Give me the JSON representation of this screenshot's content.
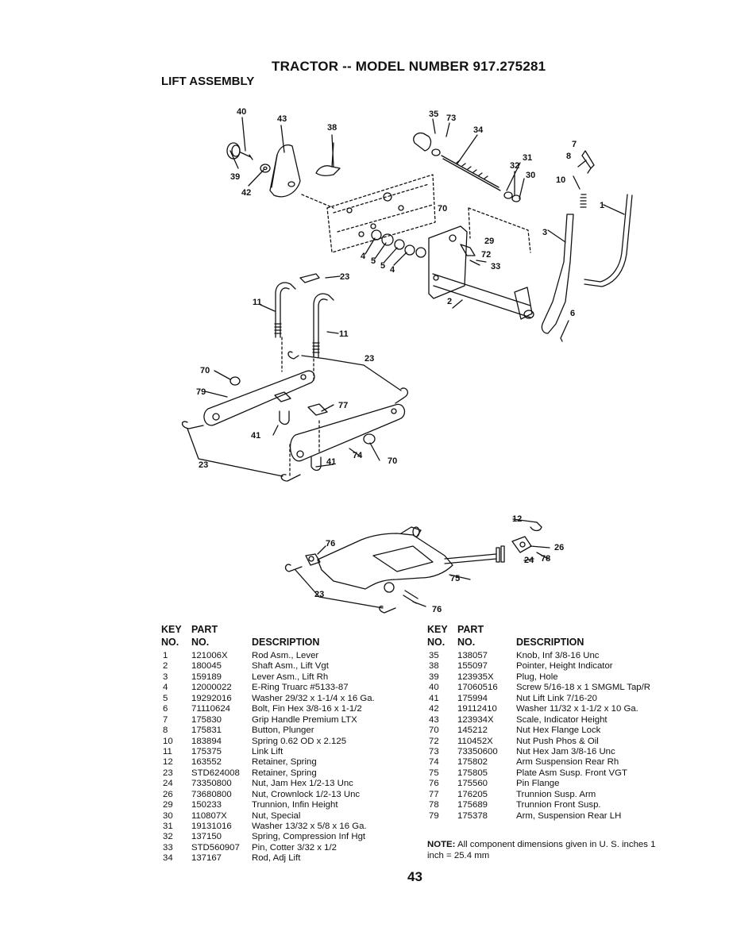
{
  "header": {
    "title": "TRACTOR -- MODEL NUMBER 917.275281",
    "section": "LIFT ASSEMBLY"
  },
  "diagram": {
    "callouts": [
      "40",
      "43",
      "38",
      "39",
      "42",
      "35",
      "73",
      "34",
      "31",
      "32",
      "30",
      "7",
      "8",
      "10",
      "1",
      "3",
      "70",
      "29",
      "72",
      "33",
      "4",
      "5",
      "5",
      "4",
      "2",
      "6",
      "23",
      "11",
      "11",
      "23",
      "70",
      "79",
      "77",
      "41",
      "74",
      "70",
      "41",
      "23",
      "12",
      "26",
      "24",
      "78",
      "76",
      "75",
      "23",
      "76"
    ]
  },
  "table": {
    "headers": {
      "key": "KEY",
      "no": "NO.",
      "part": "PART",
      "part_no": "NO.",
      "description": "DESCRIPTION"
    },
    "left": [
      {
        "key": "1",
        "part": "121006X",
        "desc": "Rod Asm., Lever"
      },
      {
        "key": "2",
        "part": "180045",
        "desc": "Shaft Asm., Lift Vgt"
      },
      {
        "key": "3",
        "part": "159189",
        "desc": "Lever Asm., Lift Rh"
      },
      {
        "key": "4",
        "part": "12000022",
        "desc": "E-Ring Truarc #5133-87"
      },
      {
        "key": "5",
        "part": "19292016",
        "desc": "Washer 29/32 x 1-1/4 x 16 Ga."
      },
      {
        "key": "6",
        "part": "71110624",
        "desc": "Bolt, Fin Hex 3/8-16 x 1-1/2"
      },
      {
        "key": "7",
        "part": "175830",
        "desc": "Grip Handle Premium LTX"
      },
      {
        "key": "8",
        "part": "175831",
        "desc": "Button, Plunger"
      },
      {
        "key": "10",
        "part": "183894",
        "desc": "Spring 0.62 OD x 2.125"
      },
      {
        "key": "11",
        "part": "175375",
        "desc": "Link Lift"
      },
      {
        "key": "12",
        "part": "163552",
        "desc": "Retainer, Spring"
      },
      {
        "key": "23",
        "part": "STD624008",
        "desc": "Retainer, Spring"
      },
      {
        "key": "24",
        "part": "73350800",
        "desc": "Nut, Jam Hex 1/2-13 Unc"
      },
      {
        "key": "26",
        "part": "73680800",
        "desc": "Nut, Crownlock 1/2-13 Unc"
      },
      {
        "key": "29",
        "part": "150233",
        "desc": "Trunnion, Infin Height"
      },
      {
        "key": "30",
        "part": "110807X",
        "desc": "Nut, Special"
      },
      {
        "key": "31",
        "part": "19131016",
        "desc": "Washer 13/32 x 5/8 x 16 Ga."
      },
      {
        "key": "32",
        "part": "137150",
        "desc": "Spring, Compression Inf Hgt"
      },
      {
        "key": "33",
        "part": "STD560907",
        "desc": "Pin, Cotter 3/32 x 1/2"
      },
      {
        "key": "34",
        "part": "137167",
        "desc": "Rod, Adj Lift"
      }
    ],
    "right": [
      {
        "key": "35",
        "part": "138057",
        "desc": "Knob, Inf 3/8-16 Unc"
      },
      {
        "key": "38",
        "part": "155097",
        "desc": "Pointer, Height Indicator"
      },
      {
        "key": "39",
        "part": "123935X",
        "desc": "Plug, Hole"
      },
      {
        "key": "40",
        "part": "17060516",
        "desc": "Screw 5/16-18 x 1 SMGML Tap/R"
      },
      {
        "key": "41",
        "part": "175994",
        "desc": "Nut Lift Link 7/16-20"
      },
      {
        "key": "42",
        "part": "19112410",
        "desc": "Washer 11/32 x 1-1/2 x 10 Ga."
      },
      {
        "key": "43",
        "part": "123934X",
        "desc": "Scale, Indicator Height"
      },
      {
        "key": "70",
        "part": "145212",
        "desc": "Nut Hex Flange Lock"
      },
      {
        "key": "72",
        "part": "110452X",
        "desc": "Nut Push Phos & Oil"
      },
      {
        "key": "73",
        "part": "73350600",
        "desc": "Nut Hex Jam 3/8-16 Unc"
      },
      {
        "key": "74",
        "part": "175802",
        "desc": "Arm Suspension Rear Rh"
      },
      {
        "key": "75",
        "part": "175805",
        "desc": "Plate Asm Susp. Front VGT"
      },
      {
        "key": "76",
        "part": "175560",
        "desc": "Pin Flange"
      },
      {
        "key": "77",
        "part": "176205",
        "desc": "Trunnion Susp. Arm"
      },
      {
        "key": "78",
        "part": "175689",
        "desc": "Trunnion Front Susp."
      },
      {
        "key": "79",
        "part": "175378",
        "desc": "Arm, Suspension Rear LH"
      }
    ]
  },
  "note": {
    "label": "NOTE:",
    "text": "All component dimensions given in U. S. inches 1 inch = 25.4 mm"
  },
  "page_number": "43"
}
